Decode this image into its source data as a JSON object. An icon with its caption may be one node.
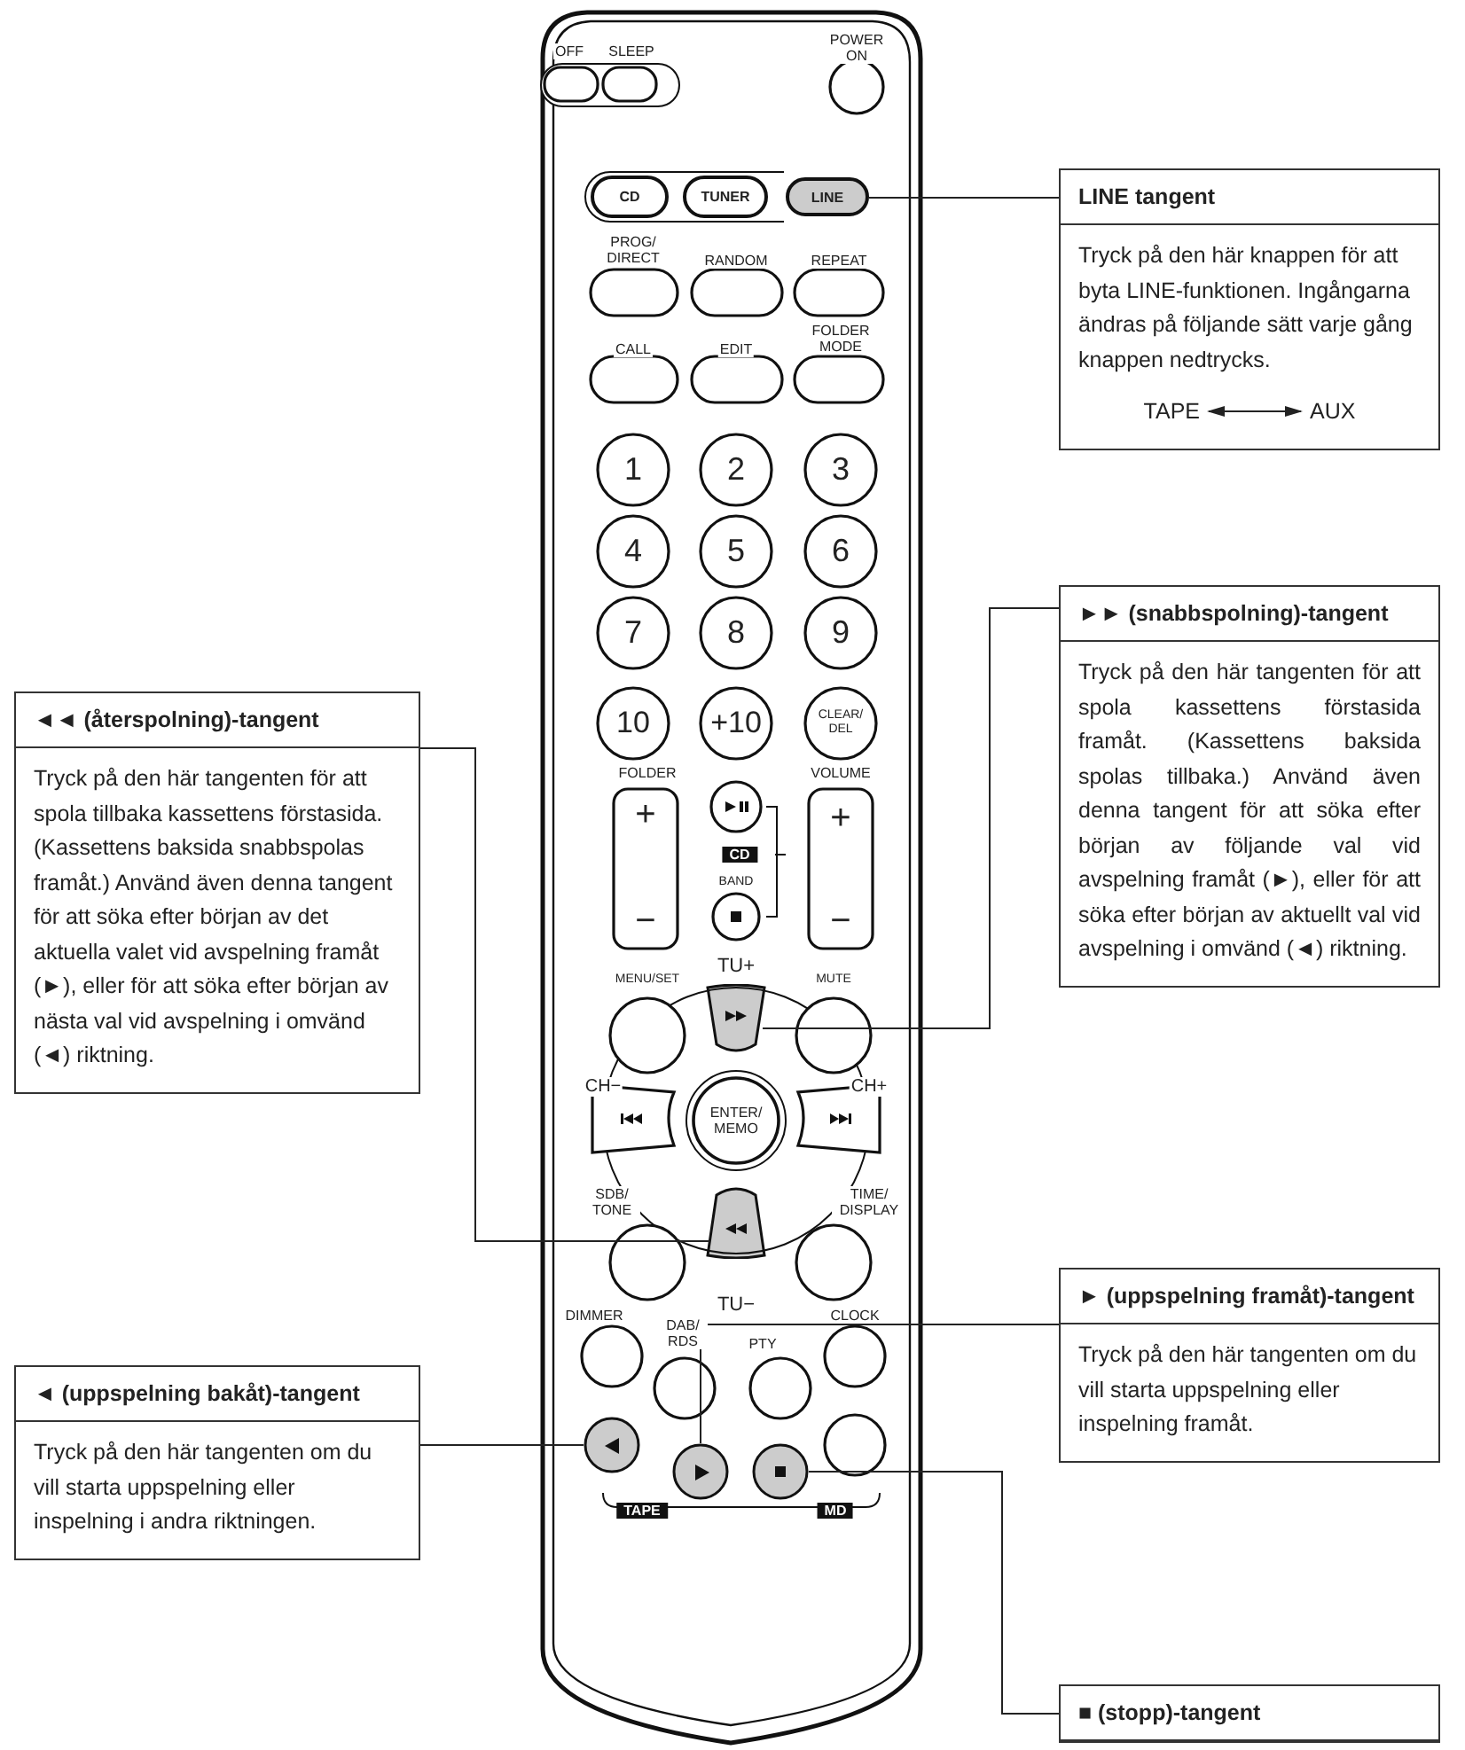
{
  "diagram": {
    "nodes": [
      {
        "text": [],
        "shape": "box"
      },
      {
        "text": [
          "LINE"
        ],
        "in": 0
      },
      {
        "text": [],
        "shape": "trapezoid",
        "in": 0
      },
      {
        "text": [],
        "shape": "trapezoid",
        "in": 0
      },
      {
        "text": [],
        "shape": "circle",
        "in": 0
      },
      {
        "text": [],
        "shape": "circle",
        "in": 0
      },
      {
        "text": [],
        "shape": "circle",
        "in": 0
      },
      {
        "text": [
          "LINE tangent",
          "Tryck på den här knappen för att byta LINE-funktionen. Ingångarna ändras på följande sätt varje gång knappen nedtrycks."
        ]
      },
      {
        "text": [
          "TAPE"
        ],
        "in": 7
      },
      {
        "text": [
          "AUX"
        ],
        "in": 7
      },
      {
        "text": [
          "►► (snabbspolning)-tangent",
          "Tryck på den här tangenten för att spola kassettens förstasida framåt. (Kassettens baksida spolas tillbaka.) Använd även denna tangent för att söka efter början av följande val vid avspelning framåt (►), eller för att söka efter början av aktuellt val vid avspelning i omvänd (◄) riktning."
        ]
      },
      {
        "text": [
          "◄◄ (återspolning)-tangent",
          "Tryck på den här tangenten för att spola tillbaka kassettens förstasida. (Kassettens baksida snabbspolas framåt.) Använd även denna tangent för att söka efter början av det aktuella valet vid avspelning framåt (►), eller för att söka efter början av nästa val vid avspelning i omvänd (◄) riktning."
        ]
      },
      {
        "text": [
          "► (uppspelning framåt)-tangent",
          "Tryck på den här tangenten om du vill starta uppspelning eller inspelning framåt."
        ]
      },
      {
        "text": [
          "◄ (uppspelning bakåt)-tangent",
          "Tryck på den här tangenten om du vill starta uppspelning eller inspelning i andra riktningen."
        ]
      },
      {
        "text": [
          "■ (stopp)-tangent"
        ]
      }
    ],
    "edges": [
      {
        "from": 7,
        "to": 1,
        "arrow": "none"
      },
      {
        "from": 8,
        "to": 9,
        "arrow": "both"
      },
      {
        "from": 10,
        "to": 2,
        "arrow": "none"
      },
      {
        "from": 11,
        "to": 3,
        "arrow": "none"
      },
      {
        "from": 12,
        "to": 5,
        "arrow": "none"
      },
      {
        "from": 13,
        "to": 4,
        "arrow": "none"
      },
      {
        "from": 14,
        "to": 6,
        "arrow": "none"
      }
    ],
    "labels": [
      "OFF",
      "SLEEP",
      "POWER ON",
      "CD",
      "TUNER",
      "PROG/ DIRECT",
      "RANDOM",
      "REPEAT",
      "CALL",
      "EDIT",
      "FOLDER MODE",
      "1",
      "2",
      "3",
      "4",
      "5",
      "6",
      "7",
      "8",
      "9",
      "10",
      "+10",
      "CLEAR/ DEL",
      "FOLDER",
      "+",
      "−",
      "CD",
      "BAND",
      "VOLUME",
      "+",
      "−",
      "MENU/SET",
      "TU+",
      "MUTE",
      "CH−",
      "CH+",
      "ENTER/ MEMO",
      "SDB/ TONE",
      "TIME/ DISPLAY",
      "TU−",
      "DIMMER",
      "DAB/ RDS",
      "PTY",
      "CLOCK",
      "TAPE",
      "MD"
    ]
  }
}
